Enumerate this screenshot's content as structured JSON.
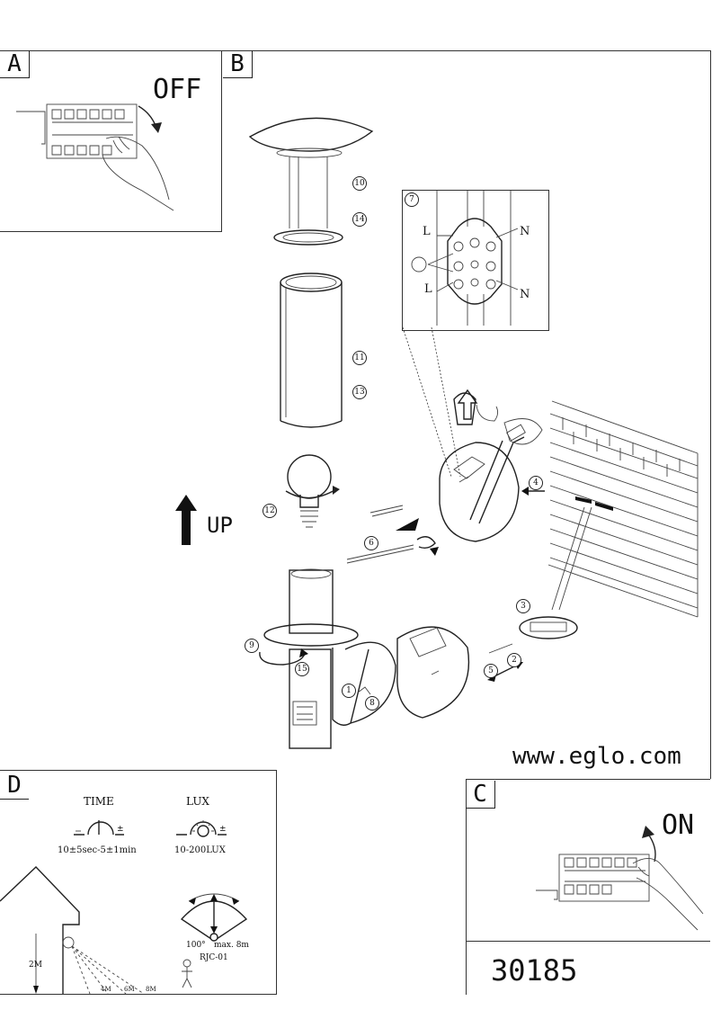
{
  "panels": {
    "a": {
      "label": "A",
      "action": "OFF"
    },
    "b": {
      "label": "B"
    },
    "c": {
      "label": "C",
      "action": "ON"
    },
    "d": {
      "label": "D"
    }
  },
  "up_label": "UP",
  "wiring": {
    "step": "7",
    "l_top": "L",
    "l_bottom": "L",
    "n_top": "N",
    "n_bottom": "N"
  },
  "steps": [
    "1",
    "2",
    "3",
    "4",
    "5",
    "6",
    "8",
    "9",
    "10",
    "11",
    "12",
    "13",
    "14",
    "15"
  ],
  "website": "www.eglo.com",
  "sensor": {
    "time_title": "TIME",
    "time_value": "10±5sec-5±1min",
    "lux_title": "LUX",
    "lux_value": "10-200LUX",
    "angle": "100°",
    "range": "max. 8m",
    "model": "RJC-01",
    "height": "2M",
    "distances": [
      "4M",
      "6M",
      "8M"
    ]
  },
  "product_code": "30185"
}
